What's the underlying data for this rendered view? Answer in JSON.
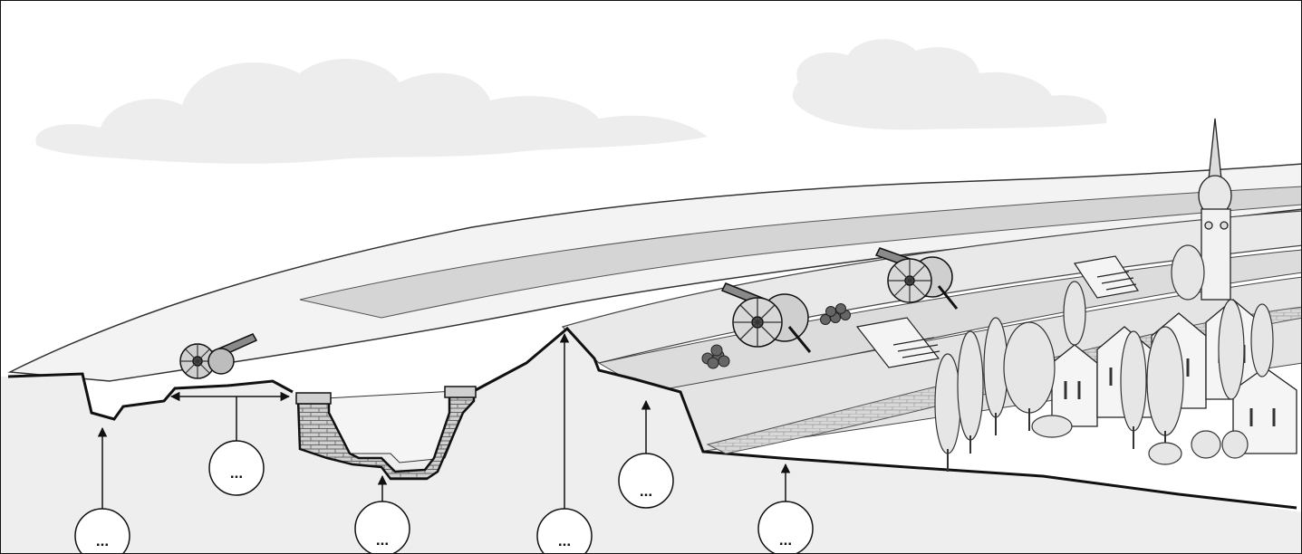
{
  "diagram": {
    "callouts": [
      {
        "id": "callout-1",
        "label": "..."
      },
      {
        "id": "callout-2",
        "label": "..."
      },
      {
        "id": "callout-3",
        "label": "..."
      },
      {
        "id": "callout-4",
        "label": "..."
      },
      {
        "id": "callout-5",
        "label": "..."
      },
      {
        "id": "callout-6",
        "label": "..."
      }
    ]
  }
}
